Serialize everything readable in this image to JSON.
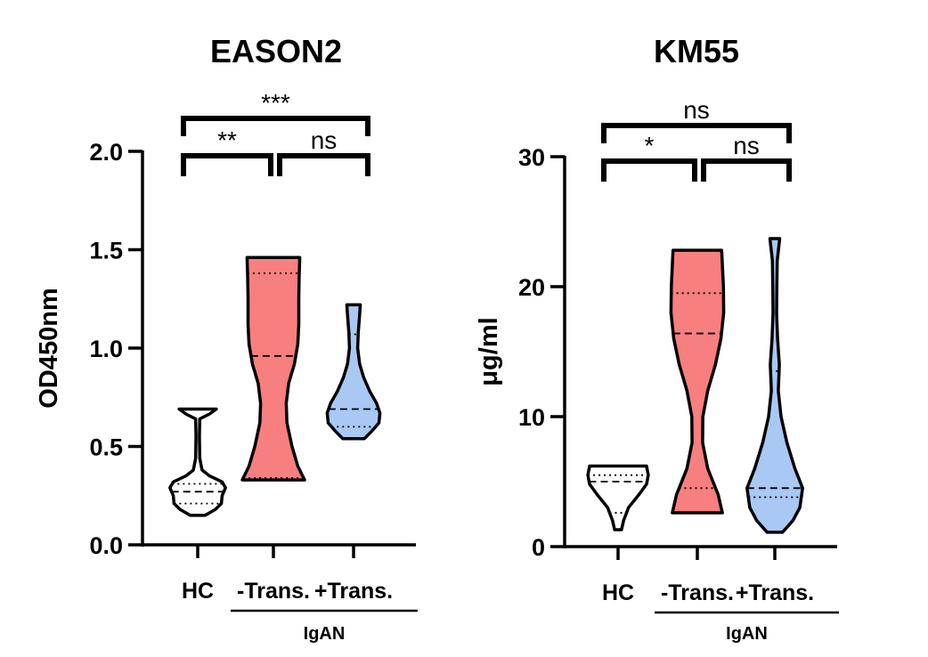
{
  "colors": {
    "HC": "#ffffff",
    "-Trans.": "#f77f80",
    "+Trans.": "#a9c8f4",
    "line": "#000000"
  },
  "chart_data": [
    {
      "type": "violin",
      "title": "EASON2",
      "ylabel": "OD450nm",
      "categories": [
        "HC",
        "-Trans.",
        "+Trans."
      ],
      "group_label": "IgAN",
      "group_categories": [
        "-Trans.",
        "+Trans."
      ],
      "ylim": [
        0,
        2.0
      ],
      "yticks": [
        0.0,
        0.5,
        1.0,
        1.5,
        2.0
      ],
      "ytick_labels": [
        "0.0",
        "0.5",
        "1.0",
        "1.5",
        "2.0"
      ],
      "series": [
        {
          "category": "HC",
          "min": 0.15,
          "max": 0.69,
          "q1": 0.21,
          "median": 0.27,
          "q3": 0.31,
          "profile": [
            [
              0.15,
              0.22
            ],
            [
              0.18,
              0.52
            ],
            [
              0.21,
              0.7
            ],
            [
              0.25,
              0.72
            ],
            [
              0.29,
              0.82
            ],
            [
              0.32,
              0.72
            ],
            [
              0.35,
              0.35
            ],
            [
              0.38,
              0.13
            ],
            [
              0.44,
              0.06
            ],
            [
              0.55,
              0.05
            ],
            [
              0.64,
              0.06
            ],
            [
              0.665,
              0.35
            ],
            [
              0.69,
              0.55
            ]
          ]
        },
        {
          "category": "-Trans.",
          "min": 0.33,
          "max": 1.46,
          "q1": 0.34,
          "median": 0.96,
          "q3": 1.38,
          "profile": [
            [
              0.33,
              0.92
            ],
            [
              0.4,
              0.72
            ],
            [
              0.5,
              0.55
            ],
            [
              0.62,
              0.4
            ],
            [
              0.72,
              0.38
            ],
            [
              0.82,
              0.45
            ],
            [
              0.92,
              0.62
            ],
            [
              1.02,
              0.72
            ],
            [
              1.12,
              0.75
            ],
            [
              1.25,
              0.75
            ],
            [
              1.36,
              0.76
            ],
            [
              1.46,
              0.78
            ]
          ]
        },
        {
          "category": "+Trans.",
          "min": 0.54,
          "max": 1.22,
          "q1": 0.6,
          "median": 0.69,
          "q3": 1.07,
          "profile": [
            [
              0.54,
              0.32
            ],
            [
              0.58,
              0.55
            ],
            [
              0.62,
              0.75
            ],
            [
              0.67,
              0.78
            ],
            [
              0.72,
              0.68
            ],
            [
              0.78,
              0.48
            ],
            [
              0.85,
              0.3
            ],
            [
              0.92,
              0.18
            ],
            [
              1.0,
              0.12
            ],
            [
              1.08,
              0.14
            ],
            [
              1.15,
              0.17
            ],
            [
              1.22,
              0.2
            ]
          ]
        }
      ],
      "significance": [
        {
          "from": "HC",
          "to": "+Trans.",
          "label": "***"
        },
        {
          "from": "HC",
          "to": "-Trans.",
          "label": "**"
        },
        {
          "from": "-Trans.",
          "to": "+Trans.",
          "label": "ns"
        }
      ]
    },
    {
      "type": "violin",
      "title": "KM55",
      "ylabel": "μg/ml",
      "categories": [
        "HC",
        "-Trans.",
        "+Trans."
      ],
      "group_label": "IgAN",
      "group_categories": [
        "-Trans.",
        "+Trans."
      ],
      "ylim": [
        0,
        30
      ],
      "yticks": [
        0,
        10,
        20,
        30
      ],
      "ytick_labels": [
        "0",
        "10",
        "20",
        "30"
      ],
      "series": [
        {
          "category": "HC",
          "min": 1.3,
          "max": 6.2,
          "q1": 2.6,
          "median": 5.0,
          "q3": 5.5,
          "profile": [
            [
              1.3,
              0.1
            ],
            [
              2.0,
              0.16
            ],
            [
              3.0,
              0.3
            ],
            [
              4.0,
              0.6
            ],
            [
              4.8,
              0.82
            ],
            [
              5.5,
              0.87
            ],
            [
              6.2,
              0.82
            ]
          ]
        },
        {
          "category": "-Trans.",
          "min": 2.6,
          "max": 22.8,
          "q1": 4.5,
          "median": 16.4,
          "q3": 19.5,
          "profile": [
            [
              2.6,
              0.72
            ],
            [
              4,
              0.6
            ],
            [
              6,
              0.3
            ],
            [
              8,
              0.15
            ],
            [
              10,
              0.16
            ],
            [
              12,
              0.3
            ],
            [
              14,
              0.52
            ],
            [
              16,
              0.68
            ],
            [
              18,
              0.76
            ],
            [
              20,
              0.75
            ],
            [
              22.8,
              0.7
            ]
          ]
        },
        {
          "category": "+Trans.",
          "min": 1.1,
          "max": 23.7,
          "q1": 3.8,
          "median": 4.5,
          "q3": 13.5,
          "profile": [
            [
              1.1,
              0.22
            ],
            [
              2,
              0.52
            ],
            [
              3,
              0.72
            ],
            [
              4.5,
              0.8
            ],
            [
              6,
              0.58
            ],
            [
              8,
              0.35
            ],
            [
              10,
              0.18
            ],
            [
              12,
              0.1
            ],
            [
              14,
              0.13
            ],
            [
              16,
              0.08
            ],
            [
              18,
              0.05
            ],
            [
              20,
              0.06
            ],
            [
              22,
              0.07
            ],
            [
              23.7,
              0.14
            ]
          ]
        }
      ],
      "significance": [
        {
          "from": "HC",
          "to": "+Trans.",
          "label": "ns"
        },
        {
          "from": "HC",
          "to": "-Trans.",
          "label": "*"
        },
        {
          "from": "-Trans.",
          "to": "+Trans.",
          "label": "ns"
        }
      ]
    }
  ]
}
